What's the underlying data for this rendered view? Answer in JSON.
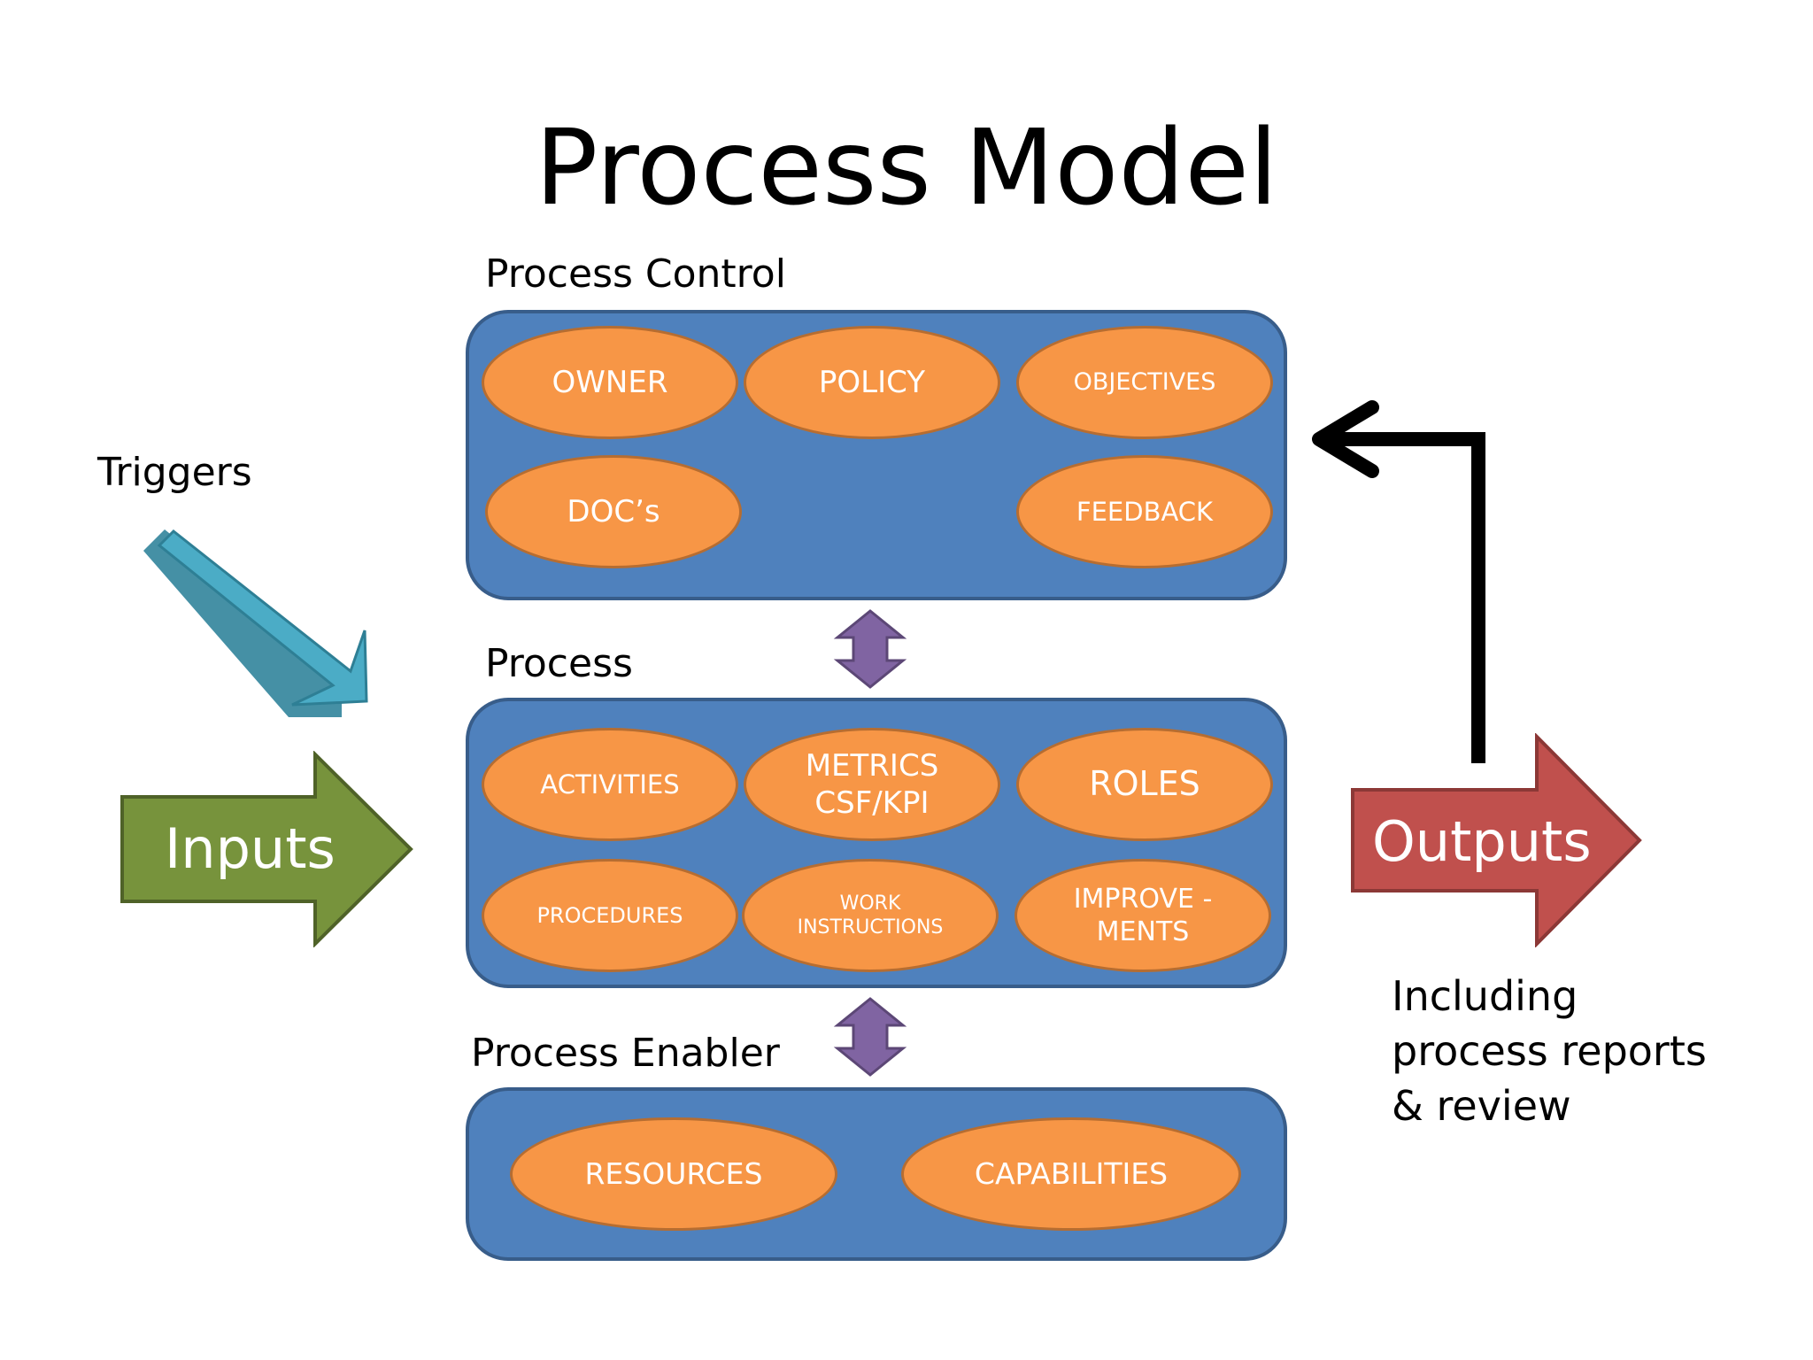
{
  "title": "Process Model",
  "sections": {
    "control": "Process Control",
    "process": "Process",
    "enabler": "Process Enabler"
  },
  "control_items": {
    "owner": "OWNER",
    "policy": "POLICY",
    "objectives": "OBJECTIVES",
    "docs": "DOC’s",
    "feedback": "FEEDBACK"
  },
  "process_items": {
    "activities": "ACTIVITIES",
    "metrics": "METRICS\nCSF/KPI",
    "roles": "ROLES",
    "procedures": "PROCEDURES",
    "work_instructions": "WORK\nINSTRUCTIONS",
    "improvements": "IMPROVE -\nMENTS"
  },
  "enabler_items": {
    "resources": "RESOURCES",
    "capabilities": "CAPABILITIES"
  },
  "triggers": "Triggers",
  "inputs": "Inputs",
  "outputs": "Outputs",
  "outputs_note": "Including\nprocess reports\n& review",
  "colors": {
    "panel": "#4f81bd",
    "ellipse": "#f79646",
    "inputs_arrow": "#77933c",
    "outputs_arrow": "#c0504d",
    "triggers_arrow": "#4bacc6",
    "connector": "#8064a2"
  }
}
